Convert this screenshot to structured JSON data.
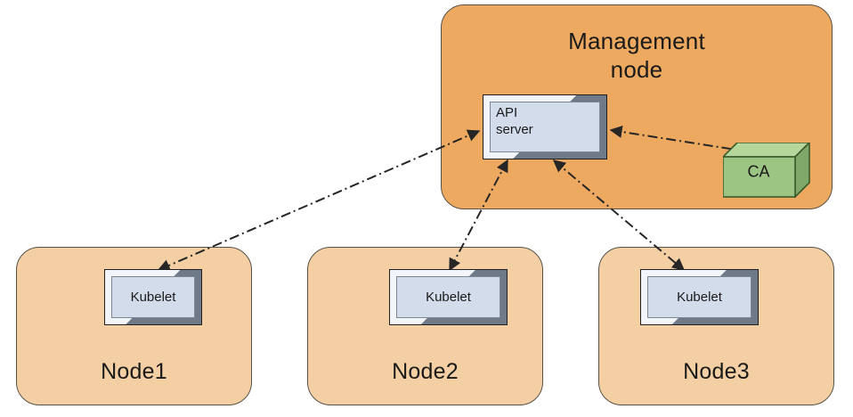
{
  "diagram": {
    "title": "Kubernetes cluster node / API server / CA trust diagram",
    "colors": {
      "management_fill": "#EDA95F",
      "node_fill": "#F3CFA3",
      "group_stroke": "#565248",
      "component_fill": "#D3DCEB",
      "component_bevel": "#8F9AA8",
      "component_stroke": "#1F1F1F",
      "ca_fill": "#9CC483",
      "ca_top": "#B6D79C",
      "ca_side": "#7FA86A",
      "ca_stroke": "#3C5A2B",
      "edge_stroke": "#262626",
      "background": "#FFFFFF"
    },
    "groups": {
      "management": {
        "label": "Management\nnode"
      },
      "nodes": [
        {
          "id": "node1",
          "label": "Node1"
        },
        {
          "id": "node2",
          "label": "Node2"
        },
        {
          "id": "node3",
          "label": "Node3"
        }
      ]
    },
    "components": {
      "api_server": {
        "label": "API\nserver"
      },
      "ca": {
        "label": "CA"
      },
      "kubelets": [
        {
          "id": "kubelet1",
          "label": "Kubelet"
        },
        {
          "id": "kubelet2",
          "label": "Kubelet"
        },
        {
          "id": "kubelet3",
          "label": "Kubelet"
        }
      ]
    },
    "edges": [
      {
        "id": "edge-api-kubelet1",
        "from": "api-server",
        "to": "kubelet1",
        "style": "dash-dot",
        "arrows": "both"
      },
      {
        "id": "edge-api-kubelet2",
        "from": "api-server",
        "to": "kubelet2",
        "style": "dash-dot",
        "arrows": "both"
      },
      {
        "id": "edge-api-kubelet3",
        "from": "api-server",
        "to": "kubelet3",
        "style": "dash-dot",
        "arrows": "both"
      },
      {
        "id": "edge-api-ca",
        "from": "api-server",
        "to": "ca",
        "style": "dash-dot",
        "arrows": "both"
      }
    ]
  }
}
